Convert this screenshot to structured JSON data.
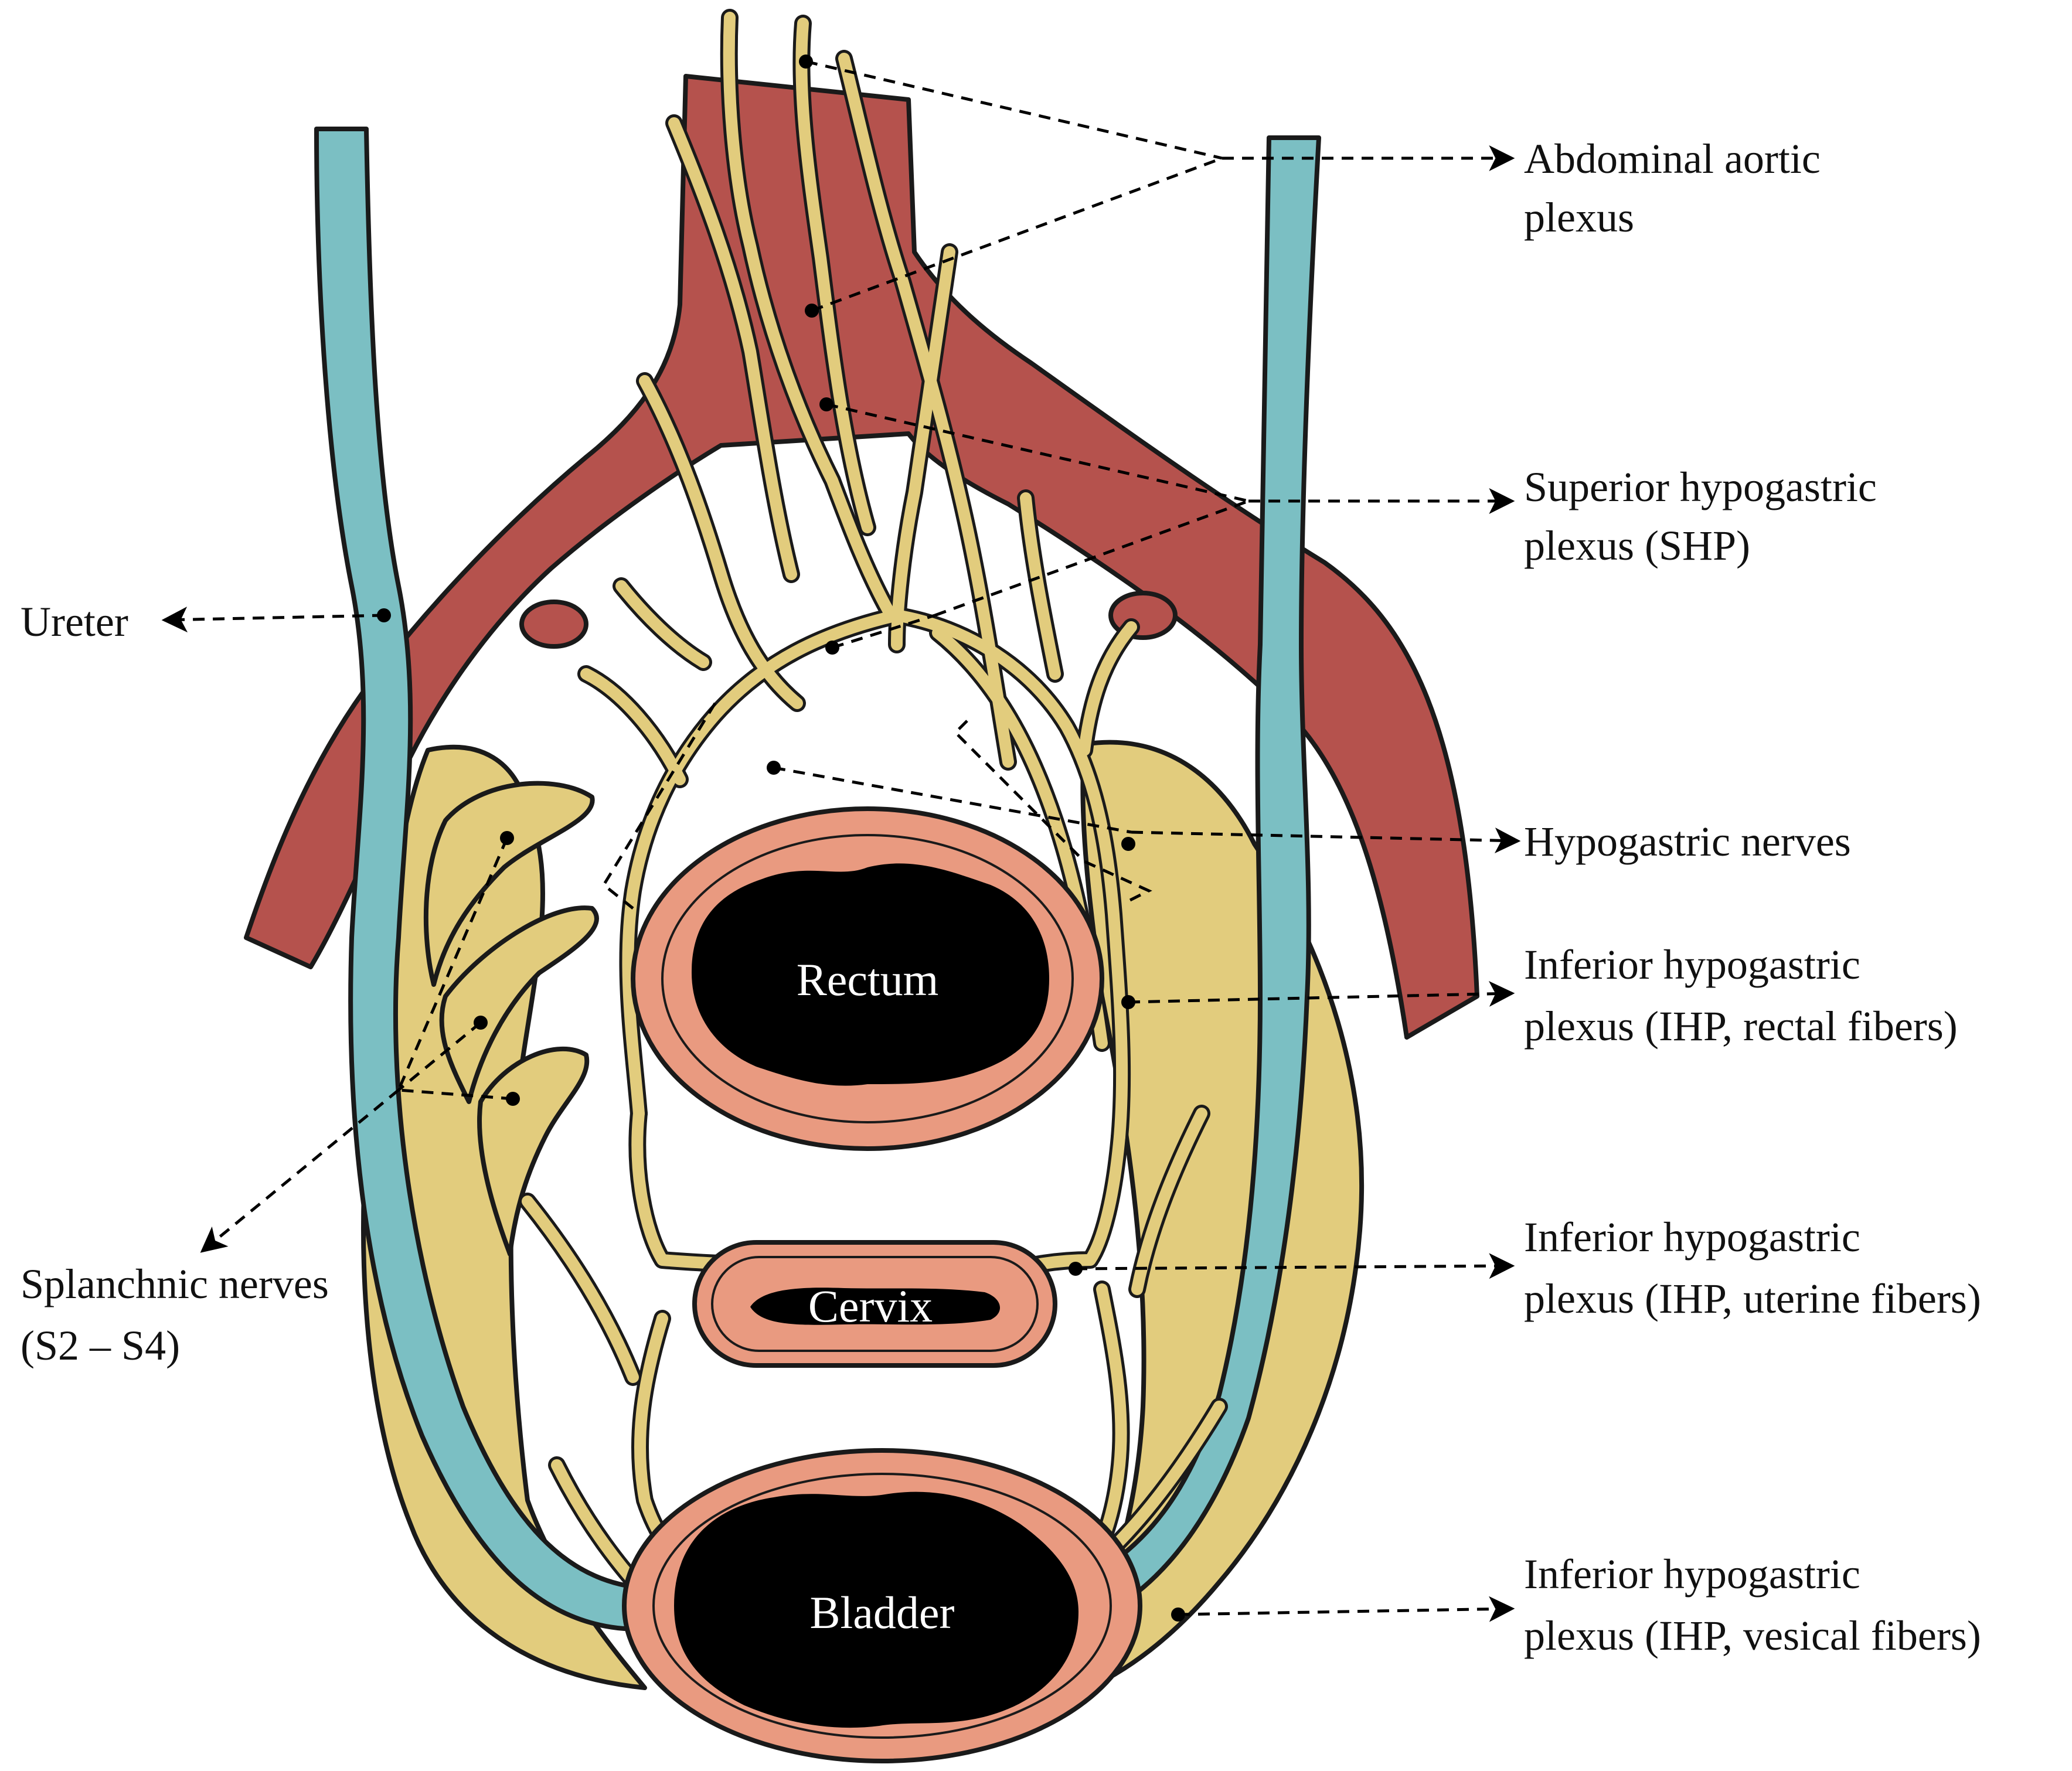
{
  "colors": {
    "artery": "#b5524d",
    "ureter": "#7bbfc3",
    "nerve": "#e2cc7d",
    "organ_wall": "#e99a80",
    "lumen": "#000000",
    "outline": "#1a1a1a"
  },
  "organs": {
    "rectum": "Rectum",
    "cervix": "Cervix",
    "bladder": "Bladder"
  },
  "labels": {
    "abdominal_aortic_plexus": [
      "Abdominal aortic",
      "plexus"
    ],
    "superior_hypogastric_plexus": [
      "Superior hypogastric",
      "plexus (SHP)"
    ],
    "ureter": [
      "Ureter"
    ],
    "hypogastric_nerves": [
      "Hypogastric nerves"
    ],
    "ihp_rectal": [
      "Inferior hypogastric",
      "plexus (IHP, rectal fibers)"
    ],
    "splanchnic_nerves": [
      "Splanchnic nerves",
      "(S2 – S4)"
    ],
    "ihp_uterine": [
      "Inferior hypogastric",
      "plexus (IHP, uterine fibers)"
    ],
    "ihp_vesical": [
      "Inferior hypogastric",
      "plexus (IHP, vesical fibers)"
    ]
  }
}
